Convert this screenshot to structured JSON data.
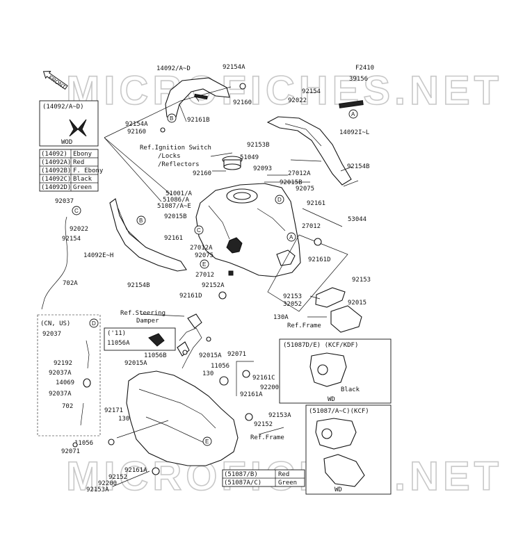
{
  "figure_code": "F2410",
  "watermark_top": "MICROFICHES.NET",
  "watermark_bottom": "MICROFICHES.NET",
  "front_arrow": "FRONT",
  "color_table_top": {
    "header": "(14092/A~D)",
    "region": "WOD",
    "rows": [
      {
        "code": "(14092)",
        "color": "Ebony"
      },
      {
        "code": "(14092A)",
        "color": "Red"
      },
      {
        "code": "(14092B)",
        "color": "F. Ebony"
      },
      {
        "code": "(14092C)",
        "color": "Black"
      },
      {
        "code": "(14092D)",
        "color": "Green"
      }
    ]
  },
  "color_table_bottom": {
    "rows": [
      {
        "code": "(51087/B)",
        "color": "Red"
      },
      {
        "code": "(51087A/C)",
        "color": "Green"
      }
    ]
  },
  "inset_cn_us": {
    "header": "(CN, US)"
  },
  "inset_11": {
    "header": "('11)",
    "part": "11056A"
  },
  "inset_kcf_kdf": {
    "header": "(51087D/E) (KCF/KDF)",
    "color": "Black",
    "region": "WD"
  },
  "inset_kcf": {
    "header": "(51087/A~C)(KCF)",
    "region": "WD"
  },
  "callouts": [
    "A",
    "A",
    "B",
    "B",
    "C",
    "C",
    "D",
    "D",
    "E",
    "E"
  ],
  "part_labels": [
    "14092/A~D",
    "92154A",
    "92160",
    "92154A",
    "92160",
    "92161B",
    "39156",
    "92154",
    "92022",
    "14092I~L",
    "92153B",
    "51049",
    "92093",
    "92160",
    "27012A",
    "92015B",
    "92154B",
    "92075",
    "51001/A",
    "51086/A",
    "51087/A~E",
    "92015B",
    "92161",
    "53044",
    "27012",
    "92037",
    "92022",
    "92154",
    "92161",
    "27012A",
    "92075",
    "14092E~H",
    "92154B",
    "702A",
    "27012",
    "92152A",
    "92161D",
    "92161D",
    "92153",
    "32052",
    "92153",
    "92015",
    "130A",
    "11056B",
    "92015A",
    "92015A",
    "92071",
    "11056",
    "130",
    "92161C",
    "92200",
    "92161A",
    "92152",
    "92153A",
    "92037",
    "92192",
    "92037A",
    "14069",
    "92037A",
    "702",
    "92171",
    "130",
    "11056",
    "92071",
    "92161A",
    "92152",
    "92200",
    "92153A"
  ],
  "ref_labels": [
    "Ref.Ignition Switch",
    "/Locks",
    "/Reflectors",
    "Ref.Steering",
    "Damper",
    "Ref.Frame",
    "Ref.Frame"
  ]
}
